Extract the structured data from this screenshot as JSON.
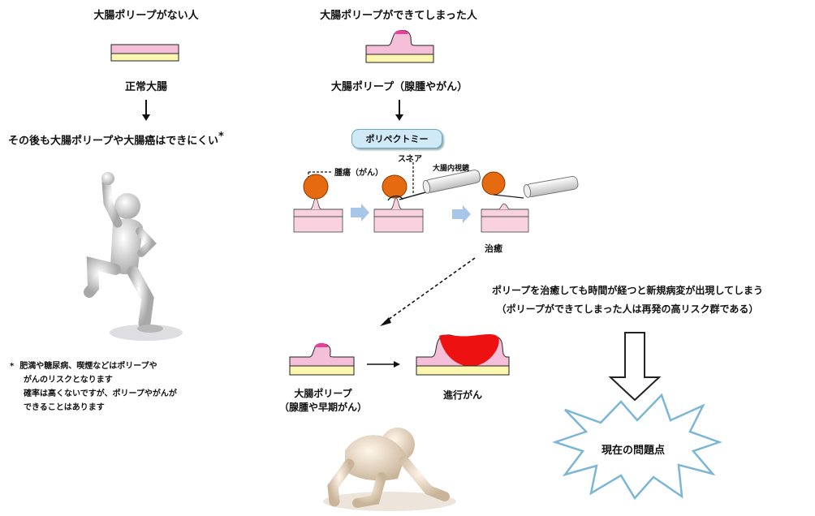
{
  "left": {
    "heading": "大腸ポリープがない人",
    "normal_label": "正常大腸",
    "outcome": "その後も大腸ポリープや大腸癌はできにくい",
    "asterisk": "*",
    "footnote": {
      "marker": "*",
      "line1": "肥満や糖尿病、喫煙などはポリープや",
      "line2": "がんのリスクとなります",
      "line3": "確率は高くないですが、ポリープやがんが",
      "line4": "できることはあります"
    }
  },
  "right": {
    "heading": "大腸ポリープができてしまった人",
    "polyp_label": "大腸ポリープ（腺腫やがん）",
    "procedure": "ポリペクトミー",
    "label_tumor": "腫瘍（がん）",
    "label_snare": "スネア",
    "label_scope": "大腸内視鏡",
    "cure": "治癒",
    "recurrence_line1": "ポリープを治癒しても時間が経つと新規病変が出現してしまう",
    "recurrence_line2": "（ポリープができてしまった人は再発の高リスク群である）",
    "polyp2_line1": "大腸ポリープ",
    "polyp2_line2": "（腺腫や早期がん）",
    "advanced": "進行がん",
    "problem": "現在の問題点"
  },
  "colors": {
    "mucosa_pink": "#f6bfd9",
    "submucosa_yellow": "#fbf6b0",
    "tumor_orange": "#e56a10",
    "advanced_red": "#ee1111",
    "step_arrow_blue": "#a8c6ea",
    "procedure_fill": "#cfeaf6"
  }
}
